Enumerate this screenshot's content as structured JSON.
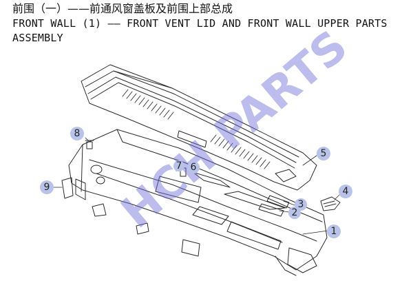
{
  "header": {
    "title_cn": "前围（一）——前通风窗盖板及前围上部总成",
    "title_en_line1": "FRONT WALL (1) —— FRONT VENT LID AND FRONT WALL UPPER PARTS",
    "title_en_line2": "ASSEMBLY"
  },
  "watermark": "HCH PARTS",
  "callouts": [
    {
      "id": "1",
      "label": "1"
    },
    {
      "id": "2",
      "label": "2"
    },
    {
      "id": "3",
      "label": "3"
    },
    {
      "id": "4",
      "label": "4"
    },
    {
      "id": "5",
      "label": "5"
    },
    {
      "id": "6",
      "label": "6"
    },
    {
      "id": "7",
      "label": "7"
    },
    {
      "id": "8",
      "label": "8"
    },
    {
      "id": "9",
      "label": "9"
    }
  ],
  "colors": {
    "line": "#2a2a2a",
    "callout_fill": "#b9c3ea",
    "watermark": "#6a6ad8"
  }
}
